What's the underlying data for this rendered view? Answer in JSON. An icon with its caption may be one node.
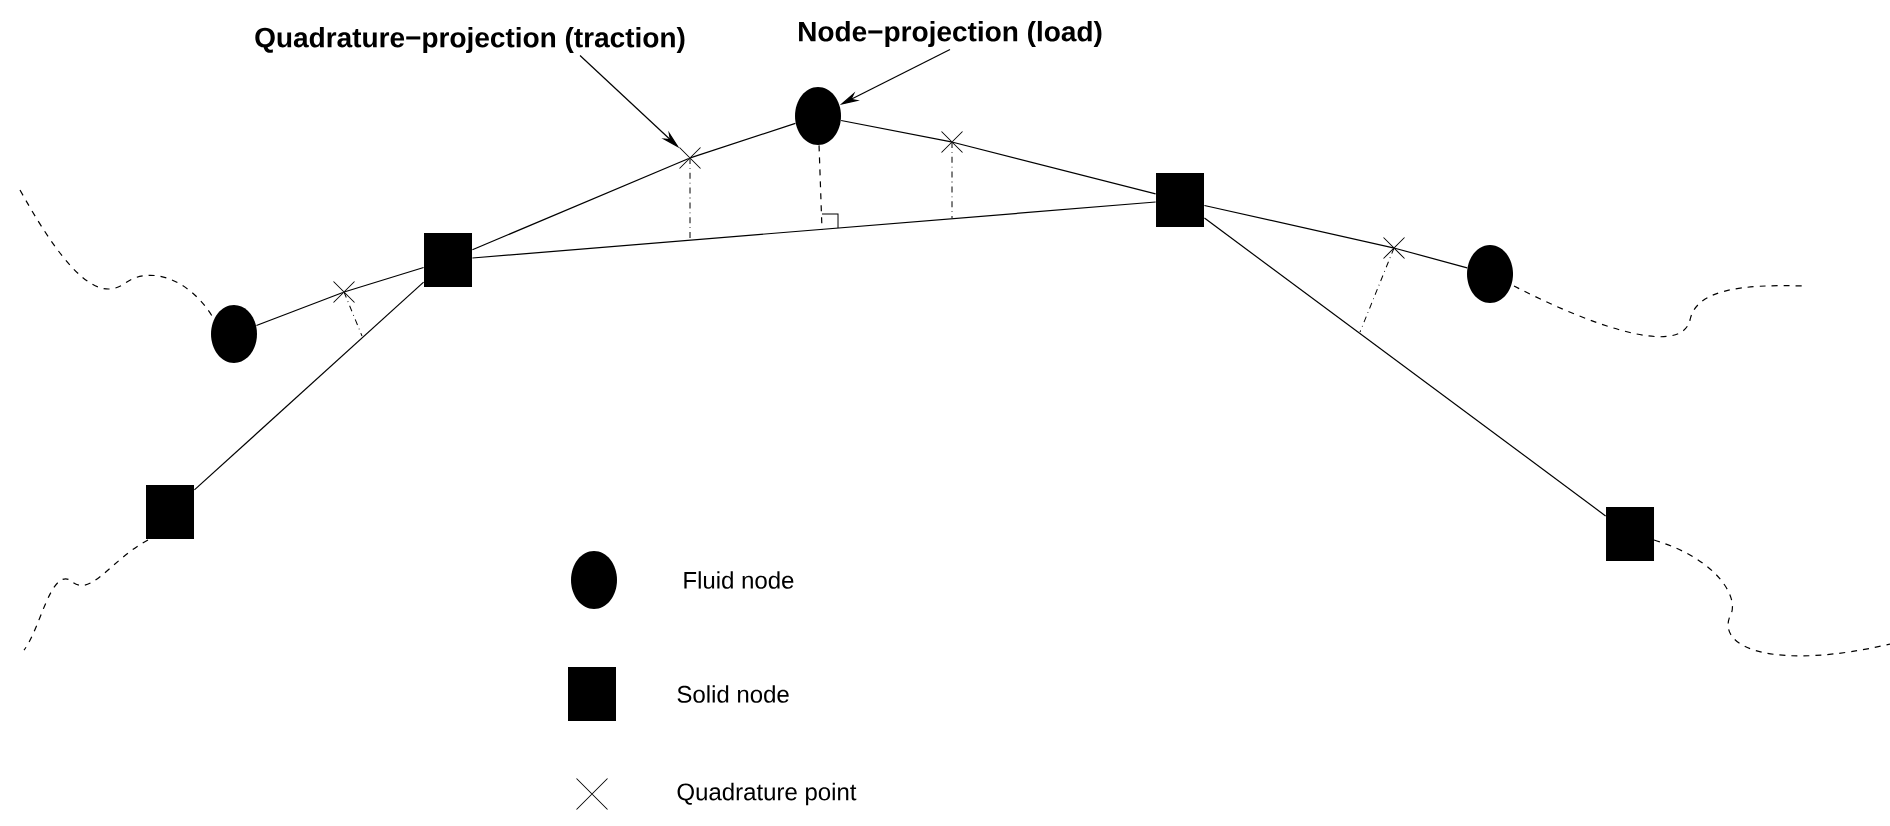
{
  "diagram": {
    "nodes": [
      {
        "text": [
          "Quadrature−projection (traction)"
        ]
      },
      {
        "text": [
          "Node−projection (load)"
        ]
      },
      {
        "text": [],
        "shape": "box"
      },
      {
        "text": [],
        "shape": "circle"
      },
      {
        "text": [],
        "shape": "cross"
      },
      {
        "text": [],
        "shape": "box"
      },
      {
        "text": [],
        "shape": "cross"
      },
      {
        "text": [],
        "shape": "circle"
      },
      {
        "text": [],
        "shape": "cross"
      },
      {
        "text": [],
        "shape": "box"
      },
      {
        "text": [],
        "shape": "cross"
      },
      {
        "text": [],
        "shape": "circle"
      },
      {
        "text": [],
        "shape": "box"
      }
    ],
    "edges": [
      {
        "from": 0,
        "to": 6,
        "arrow": "to"
      },
      {
        "from": 1,
        "to": 7,
        "arrow": "to"
      },
      {
        "from": 3,
        "to": 4,
        "arrow": "none"
      },
      {
        "from": 4,
        "to": 5,
        "arrow": "none"
      },
      {
        "from": 5,
        "to": 6,
        "arrow": "none"
      },
      {
        "from": 6,
        "to": 7,
        "arrow": "none"
      },
      {
        "from": 7,
        "to": 8,
        "arrow": "none"
      },
      {
        "from": 8,
        "to": 9,
        "arrow": "none"
      },
      {
        "from": 9,
        "to": 10,
        "arrow": "none"
      },
      {
        "from": 10,
        "to": 11,
        "arrow": "none"
      },
      {
        "from": 2,
        "to": 5,
        "arrow": "none"
      },
      {
        "from": 5,
        "to": 9,
        "arrow": "none"
      },
      {
        "from": 9,
        "to": 12,
        "arrow": "none"
      },
      {
        "from": 7,
        "to": null,
        "arrow": "none",
        "style": "dashed"
      }
    ],
    "legend": [
      {
        "text": "Fluid node"
      },
      {
        "text": "Solid node"
      },
      {
        "text": "Quadrature point"
      }
    ]
  }
}
